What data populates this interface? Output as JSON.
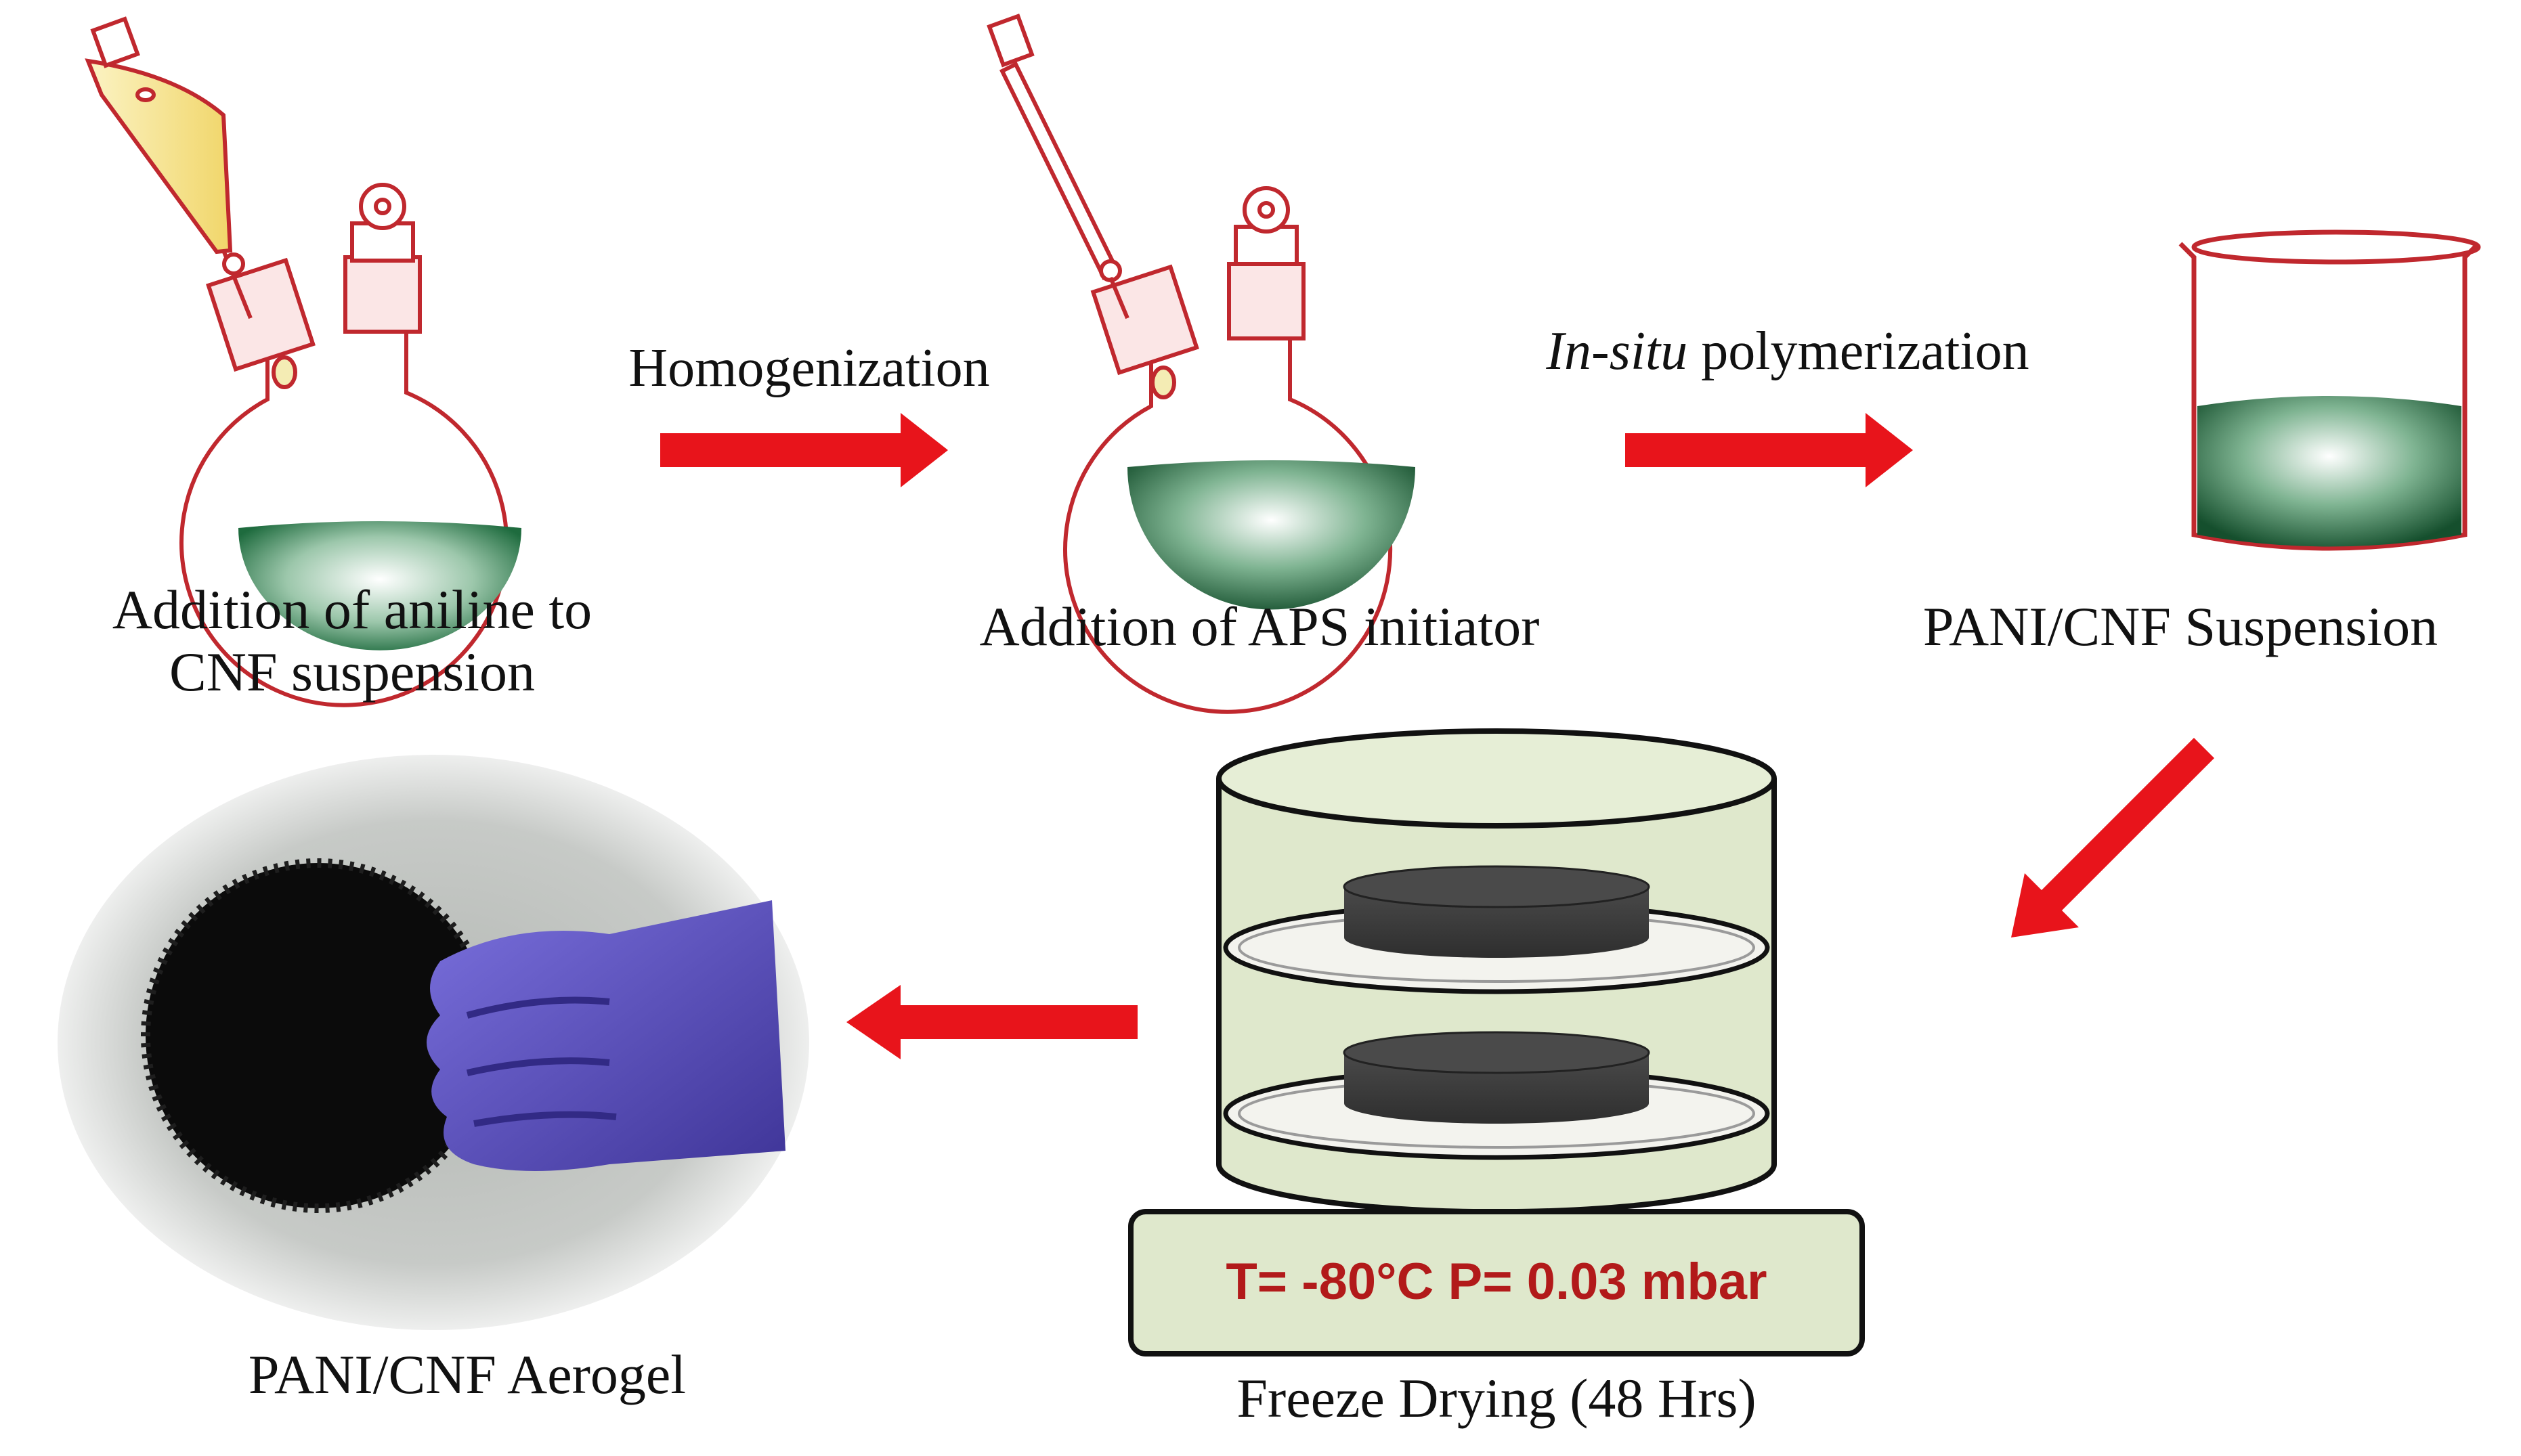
{
  "steps": {
    "step1": {
      "line1": "Addition of aniline to",
      "line2": "CNF suspension"
    },
    "step2": {
      "label": "Addition of APS initiator"
    },
    "step3": {
      "label": "PANI/CNF Suspension"
    },
    "step4": {
      "label": "Freeze Drying (48 Hrs)",
      "conditions": "T= -80°C P= 0.03 mbar"
    },
    "step5": {
      "label": "PANI/CNF Aerogel"
    }
  },
  "arrows": {
    "arrow1": {
      "label": "Homogenization"
    },
    "arrow2": {
      "label_italic": "In-situ",
      "label_rest": " polymerization"
    }
  },
  "colors": {
    "arrow": "#e8141b",
    "glass_outline": "#c0282e",
    "liquid": "#1e6b3e",
    "funnel_liquid": "#f6e38a",
    "dryer_fill": "#dfe8cc",
    "condition_text": "#b21a1a",
    "gloves": "#5a4fc4"
  }
}
